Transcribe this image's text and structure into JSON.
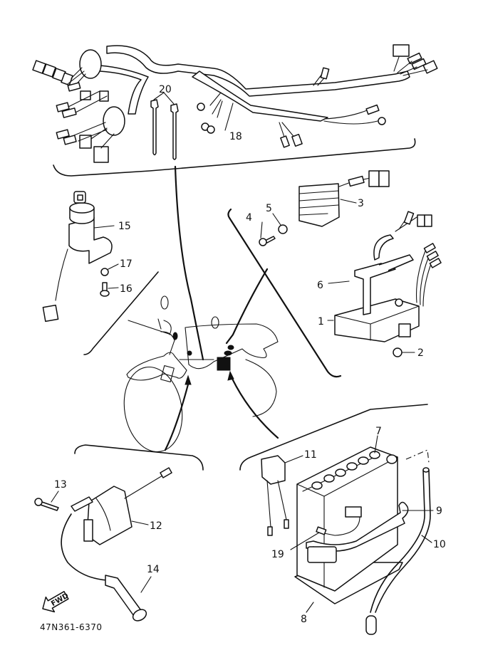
{
  "diagram": {
    "title_code": "47N361-6370",
    "direction_indicator": "FWD",
    "callouts": {
      "c1": "1",
      "c2": "2",
      "c3": "3",
      "c4": "4",
      "c5": "5",
      "c6": "6",
      "c7": "7",
      "c8": "8",
      "c9": "9",
      "c10": "10",
      "c11": "11",
      "c12": "12",
      "c13": "13",
      "c14": "14",
      "c15": "15",
      "c16": "16",
      "c17": "17",
      "c18": "18",
      "c19": "19",
      "c20": "20"
    },
    "parts": [
      {
        "callout": "1",
        "component": "cdi-unit"
      },
      {
        "callout": "2",
        "component": "nut"
      },
      {
        "callout": "3",
        "component": "rectifier-regulator"
      },
      {
        "callout": "4",
        "component": "bolt"
      },
      {
        "callout": "5",
        "component": "nut"
      },
      {
        "callout": "6",
        "component": "bracket"
      },
      {
        "callout": "7",
        "component": "battery"
      },
      {
        "callout": "8",
        "component": "battery-pad"
      },
      {
        "callout": "9",
        "component": "battery-band"
      },
      {
        "callout": "10",
        "component": "breather-hose"
      },
      {
        "callout": "11",
        "component": "fuse-holder"
      },
      {
        "callout": "12",
        "component": "ignition-coil"
      },
      {
        "callout": "13",
        "component": "bolt"
      },
      {
        "callout": "14",
        "component": "spark-plug-cap"
      },
      {
        "callout": "15",
        "component": "main-switch"
      },
      {
        "callout": "16",
        "component": "bolt"
      },
      {
        "callout": "17",
        "component": "nut"
      },
      {
        "callout": "18",
        "component": "wire-harness"
      },
      {
        "callout": "19",
        "component": "lead-wire"
      },
      {
        "callout": "20",
        "component": "cable-band"
      }
    ]
  }
}
